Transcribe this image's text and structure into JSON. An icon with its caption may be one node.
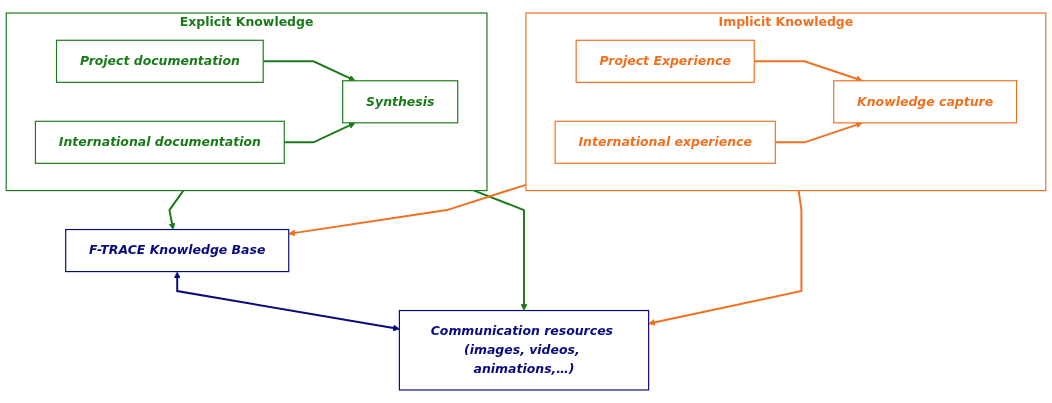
{
  "diagram": {
    "nodes": [
      {
        "text": [
          "Explicit Knowledge"
        ]
      },
      {
        "text": [
          "Project documentation"
        ],
        "in": 0
      },
      {
        "text": [
          "Synthesis"
        ],
        "in": 0
      },
      {
        "text": [
          "International documentation"
        ],
        "in": 0
      },
      {
        "text": [
          "F-TRACE Knowledge Base"
        ]
      },
      {
        "text": [
          "Communication resources (images, videos, animations,…)"
        ]
      },
      {
        "text": [
          "Implicit Knowledge"
        ]
      },
      {
        "text": [
          "Project Experience"
        ],
        "in": 6
      },
      {
        "text": [
          "Knowledge capture"
        ],
        "in": 6
      },
      {
        "text": [
          "International experience"
        ],
        "in": 6
      }
    ],
    "edges": [
      {
        "from": 1,
        "to": 2,
        "arrow": "to",
        "color": "#1a7a1a"
      },
      {
        "from": 3,
        "to": 2,
        "arrow": "to",
        "color": "#1a7a1a"
      },
      {
        "from": 0,
        "to": 4,
        "arrow": "to",
        "color": "#1a7a1a"
      },
      {
        "from": 0,
        "to": 5,
        "arrow": "to",
        "color": "#1a7a1a"
      },
      {
        "from": 4,
        "to": 5,
        "arrow": "both",
        "color": "#0a0a80"
      },
      {
        "from": 6,
        "to": 4,
        "arrow": "to",
        "color": "#f07020"
      },
      {
        "from": 6,
        "to": 5,
        "arrow": "to",
        "color": "#f07020"
      },
      {
        "from": 7,
        "to": 8,
        "arrow": "to",
        "color": "#f07020"
      },
      {
        "from": 9,
        "to": 8,
        "arrow": "to",
        "color": "#f07020"
      }
    ]
  }
}
